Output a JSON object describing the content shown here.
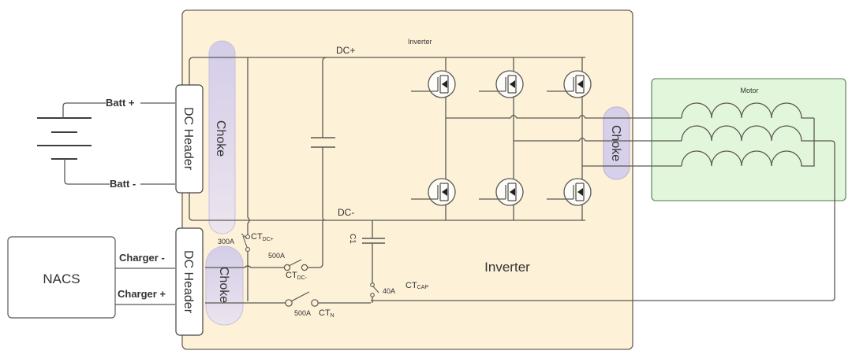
{
  "colors": {
    "inverter_fill": "#fdf1d8",
    "inverter_stroke": "#6b6358",
    "motor_fill": "#e2f6dc",
    "motor_stroke": "#6a8f66",
    "choke_fill": "#d8d2ea",
    "choke_text": "#a8a4b4",
    "wire": "#5a5a52",
    "text": "#333333"
  },
  "battery": {
    "pos_label": "Batt +",
    "neg_label": "Batt -"
  },
  "dc_header_top": {
    "label": "DC Header"
  },
  "dc_header_bottom": {
    "label": "DC Header"
  },
  "charger": {
    "box_label": "NACS",
    "neg_label": "Charger -",
    "pos_label": "Charger +"
  },
  "inverter_box": {
    "title_small": "Inverter",
    "title_large": "Inverter",
    "dc_plus": "DC+",
    "dc_minus": "DC-"
  },
  "chokes": {
    "dc_choke": "Choke",
    "charger_choke": "Choke",
    "motor_choke": "Choke"
  },
  "sensors": {
    "ct_dc_plus": {
      "name": "CT",
      "sub": "DC+",
      "rating": "300A"
    },
    "ct_dc_minus": {
      "name": "CT",
      "sub": "DC-",
      "rating": "500A"
    },
    "ct_n": {
      "name": "CT",
      "sub": "N",
      "rating": "500A"
    },
    "ct_cap": {
      "name": "CT",
      "sub": "CAP",
      "rating": "40A"
    }
  },
  "capacitor_c1": {
    "label": "C1"
  },
  "motor": {
    "label": "Motor",
    "phases": 3
  }
}
